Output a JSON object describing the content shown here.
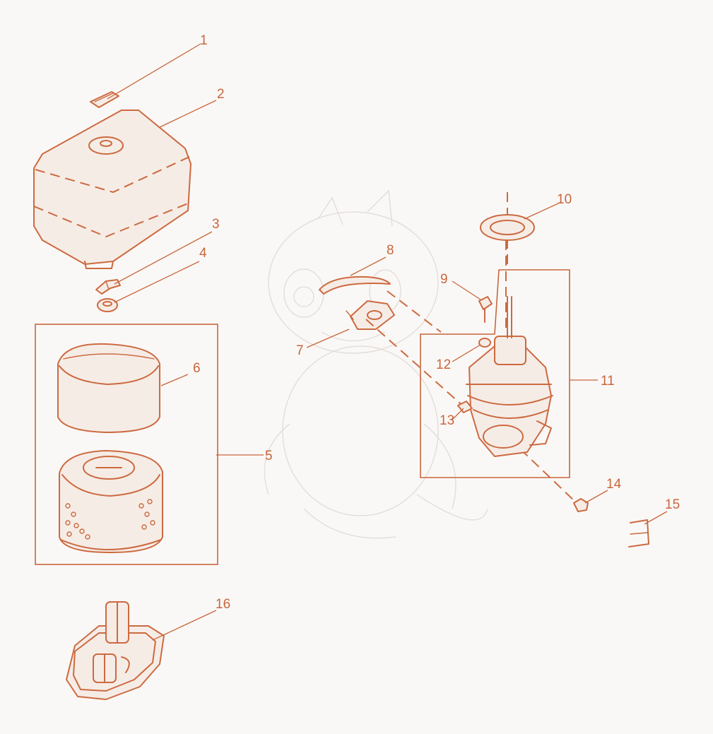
{
  "labels": {
    "l1": "1",
    "l2": "2",
    "l3": "3",
    "l4": "4",
    "l5": "5",
    "l6": "6",
    "l7": "7",
    "l8": "8",
    "l9": "9",
    "l10": "10",
    "l11": "11",
    "l12": "12",
    "l13": "13",
    "l14": "14",
    "l15": "15",
    "l16": "16"
  },
  "colors": {
    "line": "#c8663c",
    "background": "#faf8f6",
    "watermark": "#e2dcd8"
  }
}
